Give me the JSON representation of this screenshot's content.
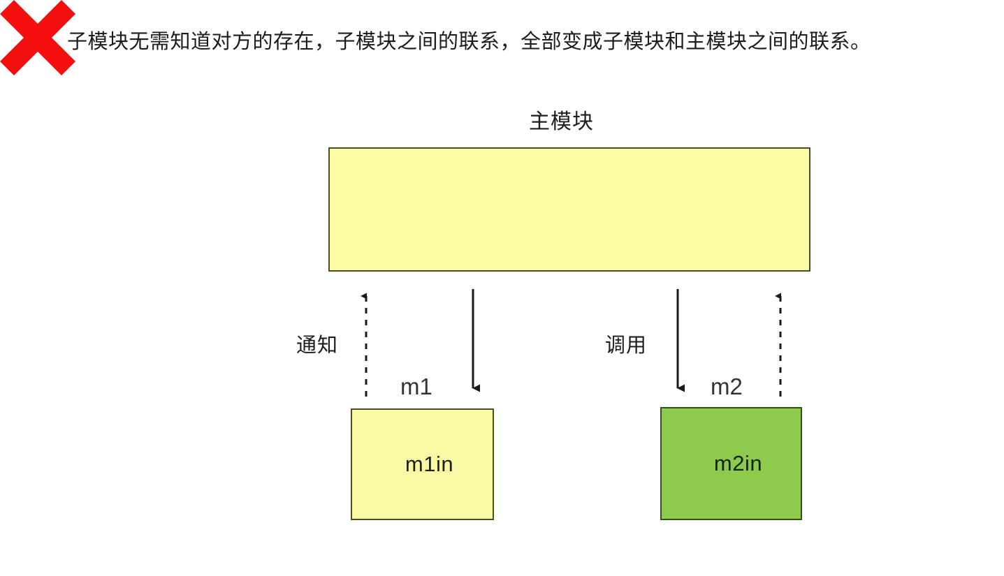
{
  "caption": {
    "text": "子模块无需知道对方的存在，子模块之间的联系，全部变成子模块和主模块之间的联系。"
  },
  "diagram": {
    "title": "主模块",
    "colors": {
      "yellow_fill": "#fdfca4",
      "yellow_stroke": "#4d4d25",
      "green_fill": "#8ecb4c",
      "green_stroke": "#2f5418",
      "arrow": "#1a1a1a",
      "red_x": "#f50f0f",
      "text": "#1d1d1d",
      "background": "#ffffff"
    },
    "nodes": [
      {
        "id": "main",
        "label": "主模块",
        "kind": "main-module",
        "fill": "#fdfca4",
        "body_text": ""
      },
      {
        "id": "m1in",
        "label": "m1in",
        "kind": "sub-module",
        "fill": "#fbfaa4",
        "body_text": "m1in"
      },
      {
        "id": "m2in",
        "label": "m2in",
        "kind": "sub-module",
        "fill": "#8ecb4c",
        "body_text": "m2in"
      }
    ],
    "module_tags": [
      {
        "id": "m1",
        "label": "m1"
      },
      {
        "id": "m2",
        "label": "m2"
      }
    ],
    "edges": [
      {
        "id": "notify-left",
        "label": "通知",
        "style": "dashed",
        "direction": "up",
        "from": "m1in",
        "to": "main"
      },
      {
        "id": "call-left",
        "label": "",
        "style": "solid",
        "direction": "down",
        "from": "main",
        "to": "m1in"
      },
      {
        "id": "call-right",
        "label": "调用",
        "style": "solid",
        "direction": "down",
        "from": "main",
        "to": "m2in"
      },
      {
        "id": "notify-right",
        "label": "",
        "style": "dashed",
        "direction": "up",
        "from": "m2in",
        "to": "main"
      }
    ],
    "edge_labels": {
      "notify": "通知",
      "call": "调用"
    },
    "forbidden_link": {
      "marker": "✖",
      "icon": "red-cross-icon",
      "between": [
        "m1in",
        "m2in"
      ]
    }
  }
}
